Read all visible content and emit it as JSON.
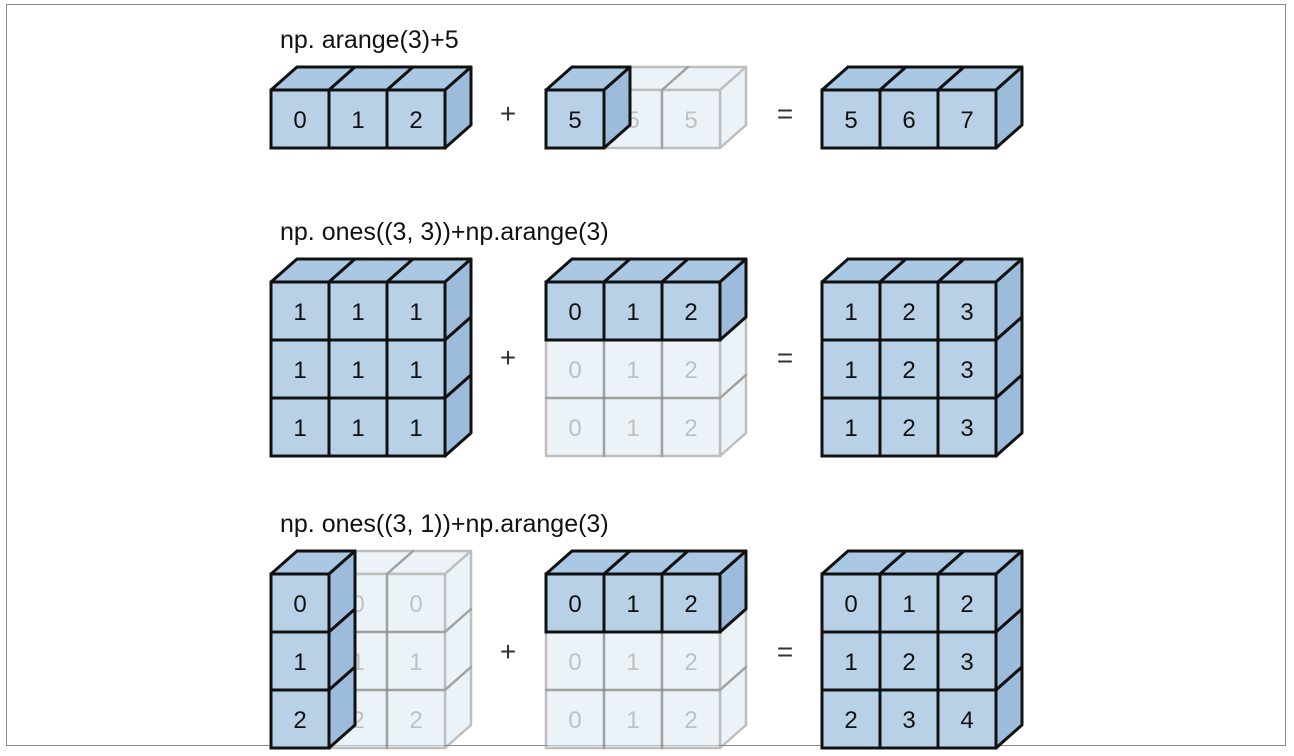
{
  "colors": {
    "solid_face": "#b9d1e7",
    "solid_top": "#aac7e3",
    "solid_side": "#9dbbda",
    "solid_stroke": "#111111",
    "ghost_face": "#dce8f3",
    "ghost_stroke": "#8a8a8a",
    "ghost_text": "#8d8d8d",
    "text": "#111111"
  },
  "rows": [
    {
      "title": "np. arange(3)+5",
      "plus": "+",
      "equals": "=",
      "operands": [
        {
          "cells": [
            [
              "0",
              "1",
              "2"
            ]
          ],
          "ghost": [
            [
              false,
              false,
              false
            ]
          ]
        },
        {
          "cells": [
            [
              "5",
              "5",
              "5"
            ]
          ],
          "ghost": [
            [
              false,
              true,
              true
            ]
          ]
        },
        {
          "cells": [
            [
              "5",
              "6",
              "7"
            ]
          ],
          "ghost": [
            [
              false,
              false,
              false
            ]
          ]
        }
      ]
    },
    {
      "title": "np. ones((3, 3))+np.arange(3)",
      "plus": "+",
      "equals": "=",
      "operands": [
        {
          "cells": [
            [
              "1",
              "1",
              "1"
            ],
            [
              "1",
              "1",
              "1"
            ],
            [
              "1",
              "1",
              "1"
            ]
          ],
          "ghost": [
            [
              false,
              false,
              false
            ],
            [
              false,
              false,
              false
            ],
            [
              false,
              false,
              false
            ]
          ]
        },
        {
          "cells": [
            [
              "0",
              "1",
              "2"
            ],
            [
              "0",
              "1",
              "2"
            ],
            [
              "0",
              "1",
              "2"
            ]
          ],
          "ghost": [
            [
              false,
              false,
              false
            ],
            [
              true,
              true,
              true
            ],
            [
              true,
              true,
              true
            ]
          ]
        },
        {
          "cells": [
            [
              "1",
              "2",
              "3"
            ],
            [
              "1",
              "2",
              "3"
            ],
            [
              "1",
              "2",
              "3"
            ]
          ],
          "ghost": [
            [
              false,
              false,
              false
            ],
            [
              false,
              false,
              false
            ],
            [
              false,
              false,
              false
            ]
          ]
        }
      ]
    },
    {
      "title": "np. ones((3, 1))+np.arange(3)",
      "plus": "+",
      "equals": "=",
      "operands": [
        {
          "cells": [
            [
              "0",
              "0",
              "0"
            ],
            [
              "1",
              "1",
              "1"
            ],
            [
              "2",
              "2",
              "2"
            ]
          ],
          "ghost": [
            [
              false,
              true,
              true
            ],
            [
              false,
              true,
              true
            ],
            [
              false,
              true,
              true
            ]
          ]
        },
        {
          "cells": [
            [
              "0",
              "1",
              "2"
            ],
            [
              "0",
              "1",
              "2"
            ],
            [
              "0",
              "1",
              "2"
            ]
          ],
          "ghost": [
            [
              false,
              false,
              false
            ],
            [
              true,
              true,
              true
            ],
            [
              true,
              true,
              true
            ]
          ]
        },
        {
          "cells": [
            [
              "0",
              "1",
              "2"
            ],
            [
              "1",
              "2",
              "3"
            ],
            [
              "2",
              "3",
              "4"
            ]
          ],
          "ghost": [
            [
              false,
              false,
              false
            ],
            [
              false,
              false,
              false
            ],
            [
              false,
              false,
              false
            ]
          ]
        }
      ]
    }
  ]
}
